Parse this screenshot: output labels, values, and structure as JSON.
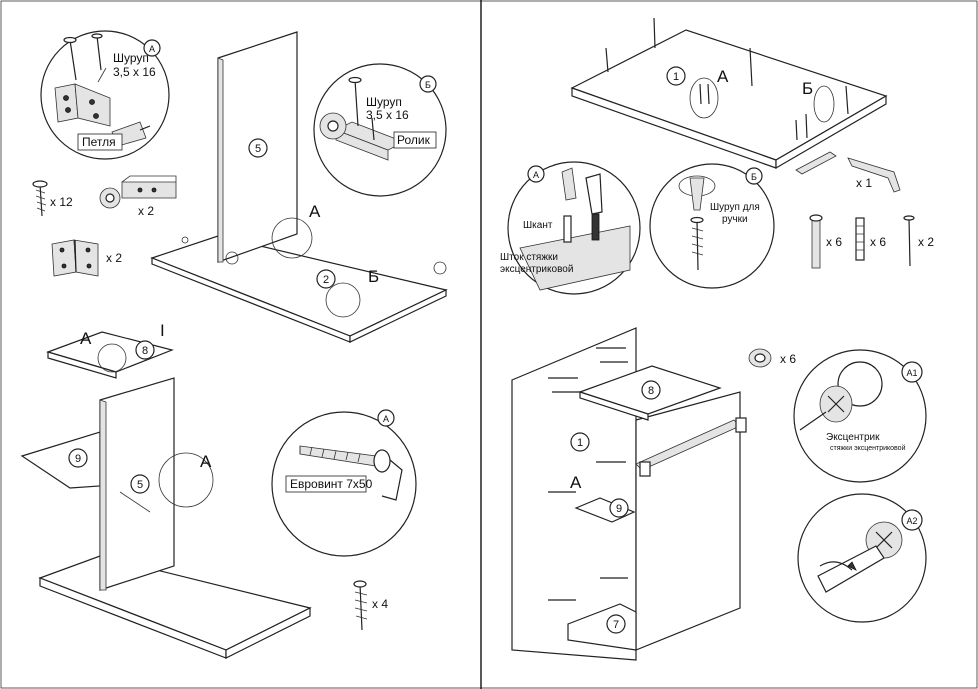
{
  "left": {
    "callout_a_top": {
      "tag": "A",
      "screw_label": "Шуруп",
      "screw_size": "3,5 x 16",
      "hinge_label": "Петля"
    },
    "callout_b_top": {
      "tag": "Б",
      "screw_label": "Шуруп",
      "screw_size": "3,5 x 16",
      "roller_label": "Ролик"
    },
    "parts_qty": {
      "screws": "x 12",
      "rollers": "x 2",
      "hinges": "x 2"
    },
    "step1": {
      "panel_side": "5",
      "panel_bottom": "2",
      "mark_a": "A",
      "mark_b": "Б"
    },
    "step2": {
      "panel_shelf": "8",
      "panel_shelf2": "9",
      "panel_side": "5",
      "mark_a_top": "A",
      "mark_a_mid": "A",
      "mark_i": "I"
    },
    "callout_a_bottom": {
      "tag": "A",
      "bolt_label": "Евровинт 7х50"
    },
    "bolts_qty": "x 4"
  },
  "right": {
    "step1": {
      "panel": "1",
      "mark_a": "A",
      "mark_b": "Б",
      "handle_qty": "x 1"
    },
    "callout_a": {
      "tag": "A",
      "dowel_label": "Шкант",
      "rod_label_1": "Шток стяжки",
      "rod_label_2": "эксцентриковой"
    },
    "callout_b": {
      "tag": "Б",
      "screw_label_1": "Шуруп для",
      "screw_label_2": "ручки"
    },
    "parts_qty": {
      "rods": "x 6",
      "dowels": "x 6",
      "screws": "x 2",
      "cams": "x 6"
    },
    "step2": {
      "panel_top": "8",
      "panel_side": "1",
      "panel_shelf": "9",
      "panel_bottom": "7",
      "mark_a": "A"
    },
    "callout_a1": {
      "tag": "A1",
      "label_1": "Эксцентрик",
      "label_2": "стяжки эксцентриковой"
    },
    "callout_a2": {
      "tag": "A2"
    }
  }
}
